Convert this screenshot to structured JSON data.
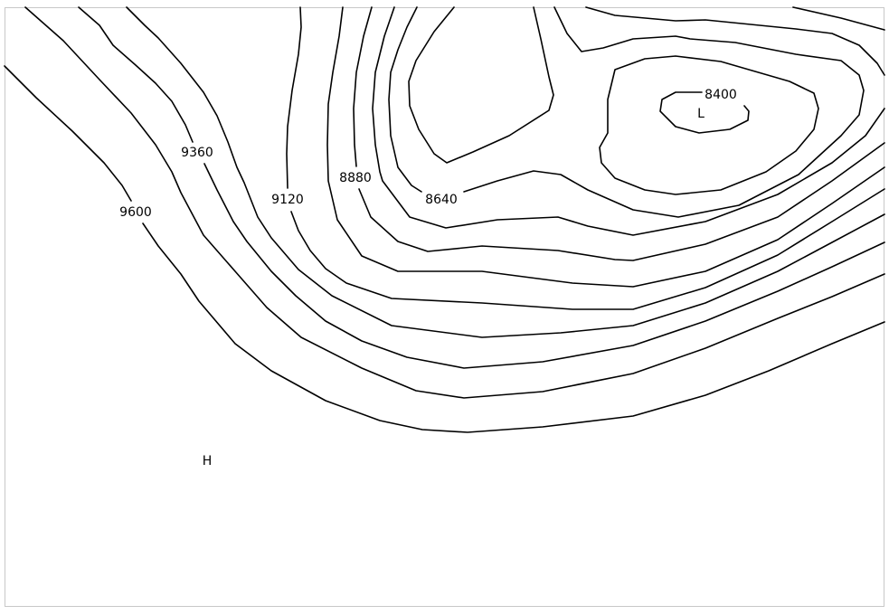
{
  "map": {
    "contour_labels": {
      "c9600": "9600",
      "c9360": "9360",
      "c9120": "9120",
      "c8880": "8880",
      "c8640": "8640",
      "c8400": "8400"
    },
    "low_marker": "L",
    "high_marker": "H",
    "contour_interval": 120,
    "line_color": "#000000",
    "frame_color": "#c8c8c8"
  }
}
